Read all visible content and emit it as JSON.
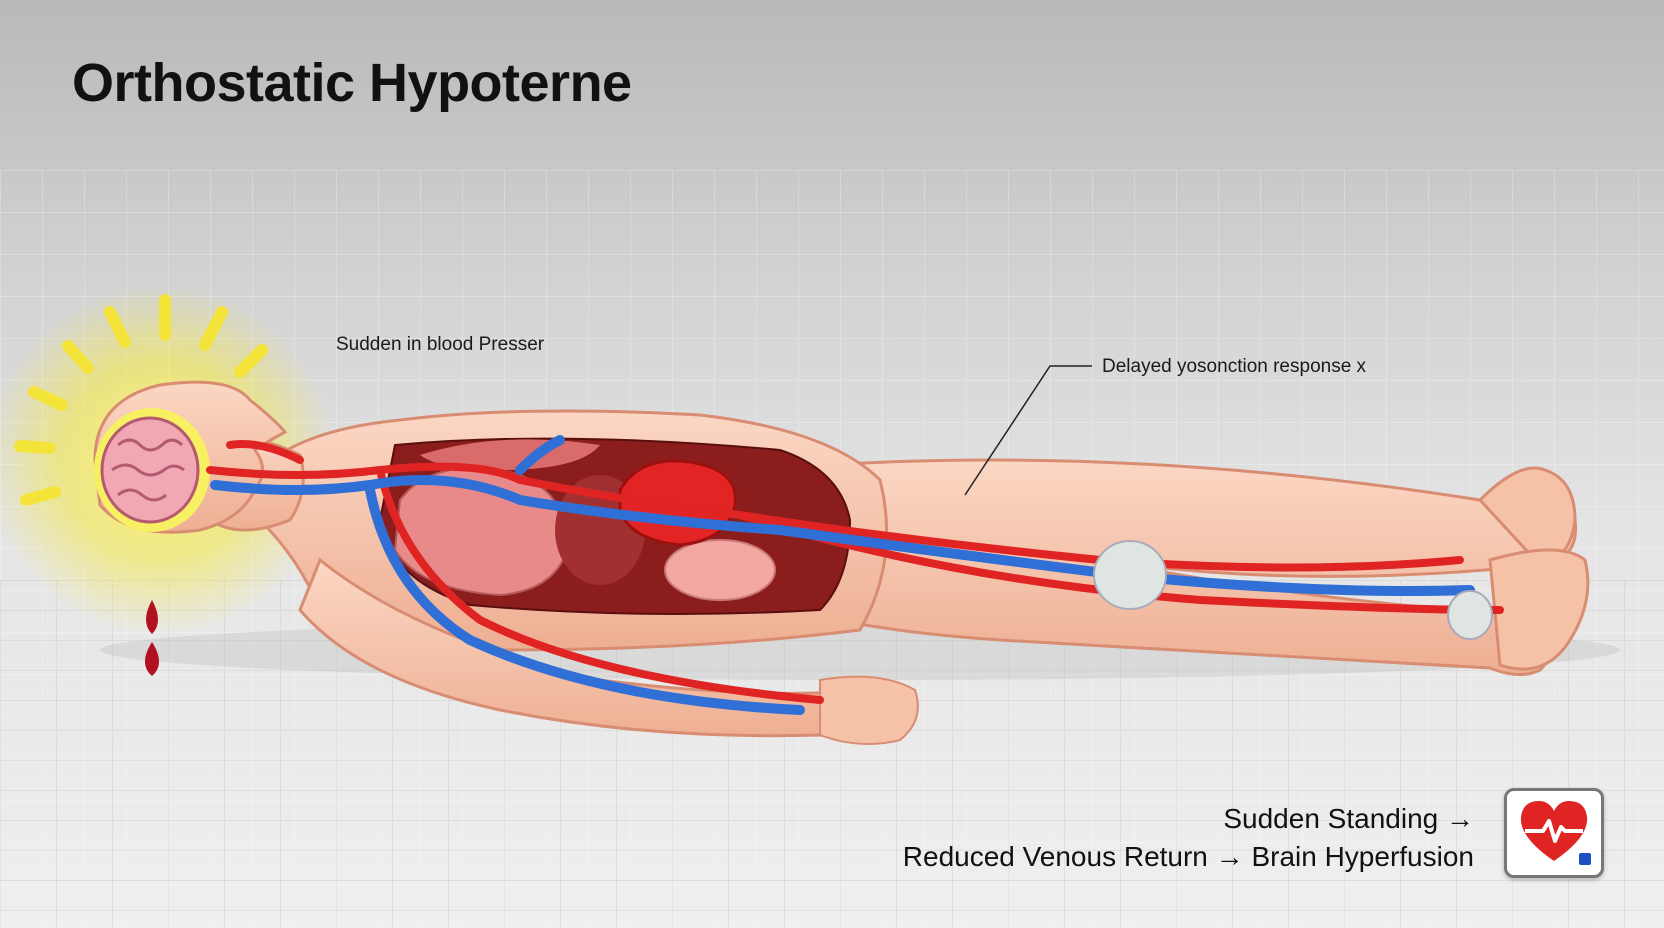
{
  "title": "Orthostatic Hypoterne",
  "annotations": {
    "left": "Sudden in blood Presser",
    "right": "Delayed yosonction response x"
  },
  "summary": {
    "line1": "Sudden Standing →",
    "line2": "Reduced Venous Return → Brain Hyperfusion"
  },
  "colors": {
    "artery": "#e02424",
    "vein": "#2f6fd6",
    "skin": "#f5c2a8",
    "glow": "#f6ea3c",
    "blood": "#b01020"
  },
  "icons": [
    "heart-pulse-icon",
    "blood-drop-icon",
    "glow-rays-icon"
  ]
}
